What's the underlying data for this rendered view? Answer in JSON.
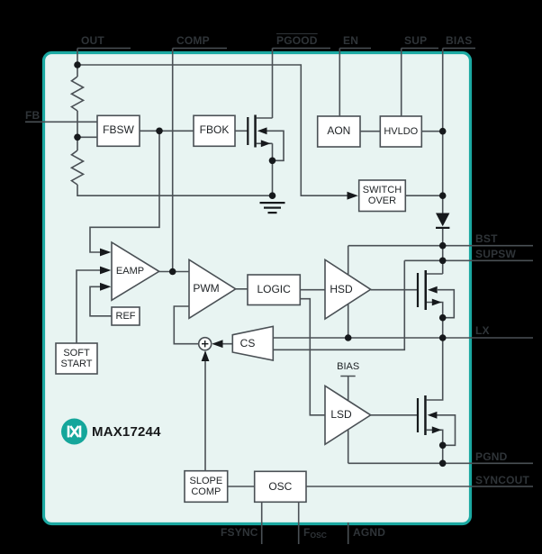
{
  "device": {
    "part_number": "MAX17244"
  },
  "colors": {
    "background": "#000000",
    "panel_fill": "#e8f4f2",
    "panel_border": "#1ba9a2",
    "wire": "#4a5055",
    "ink": "#16191c",
    "pin_text": "#2f3438",
    "block_fill": "#ffffff",
    "logo_teal": "#15a69b"
  },
  "pins": {
    "top": [
      {
        "label": "OUT"
      },
      {
        "label": "COMP"
      },
      {
        "label": "PGOOD",
        "overline": true
      },
      {
        "label": "EN"
      },
      {
        "label": "SUP"
      },
      {
        "label": "BIAS"
      }
    ],
    "left": [
      {
        "label": "FB"
      }
    ],
    "right": [
      {
        "label": "BST"
      },
      {
        "label": "SUPSW"
      },
      {
        "label": "LX"
      },
      {
        "label": "PGND"
      },
      {
        "label": "SYNCOUT"
      }
    ],
    "bottom": [
      {
        "label": "FSYNC"
      },
      {
        "main": "F",
        "sub": "OSC"
      },
      {
        "label": "AGND"
      }
    ]
  },
  "blocks": {
    "fbsw": "FBSW",
    "fbok": "FBOK",
    "aon": "AON",
    "hvldo": "HVLDO",
    "switchover": [
      "SWITCH",
      "OVER"
    ],
    "eamp": "EAMP",
    "ref": "REF",
    "softstart": [
      "SOFT",
      "START"
    ],
    "pwm": "PWM",
    "logic": "LOGIC",
    "hsd": "HSD",
    "cs": "CS",
    "lsd": "LSD",
    "bias_net": "BIAS",
    "slopecomp": [
      "SLOPE",
      "COMP"
    ],
    "osc": "OSC"
  }
}
